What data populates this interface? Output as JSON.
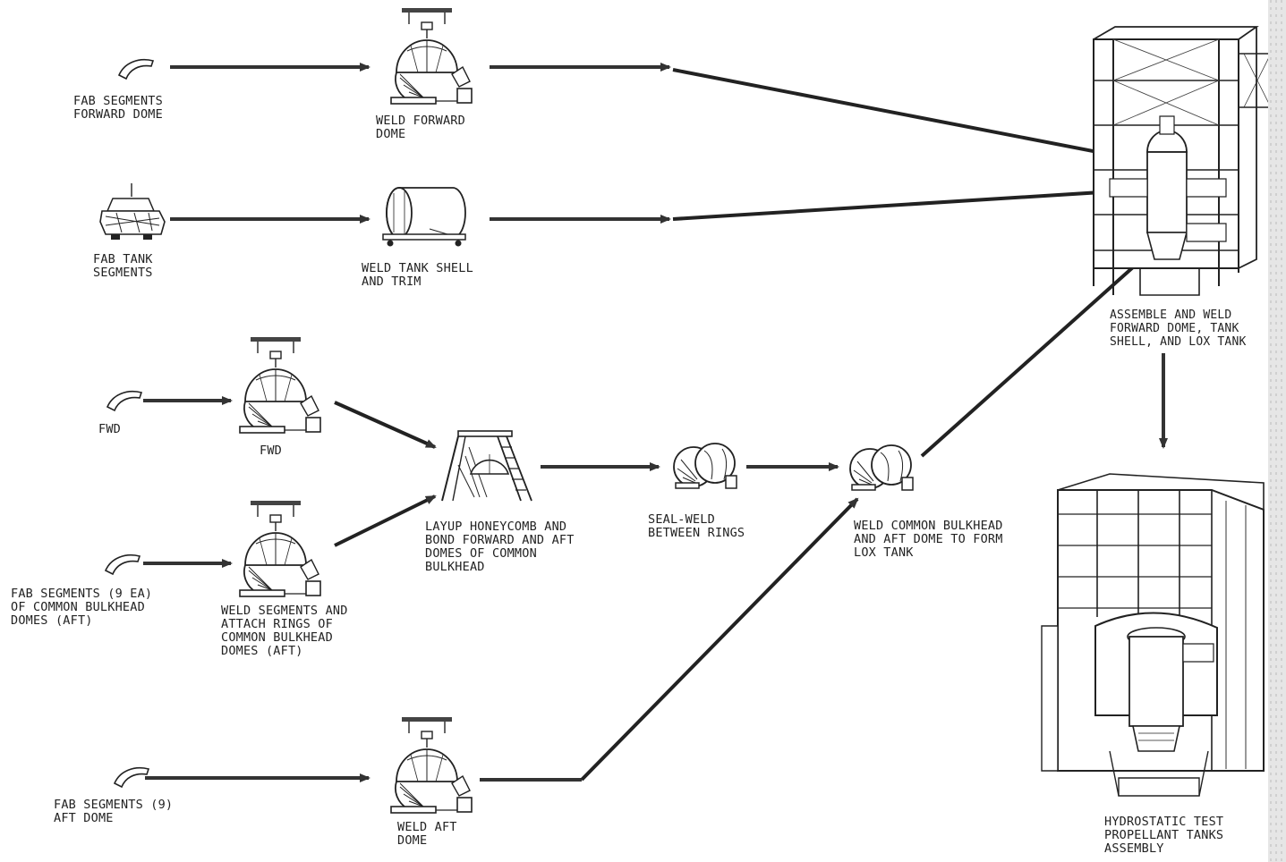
{
  "labels": {
    "fab_fwd_dome": [
      "FAB SEGMENTS",
      "FORWARD DOME"
    ],
    "weld_fwd_dome": [
      "WELD FORWARD",
      "DOME"
    ],
    "fab_tank": [
      "FAB TANK",
      "SEGMENTS"
    ],
    "weld_tank_shell": [
      "WELD TANK SHELL",
      "AND TRIM"
    ],
    "fwd_seg": [
      "FWD"
    ],
    "fwd_weld": [
      "FWD"
    ],
    "fab_bulkhead": [
      "FAB SEGMENTS (9 EA)",
      "OF COMMON BULKHEAD",
      "DOMES (AFT)"
    ],
    "weld_bulkhead": [
      "WELD SEGMENTS AND",
      "ATTACH RINGS OF",
      "COMMON BULKHEAD",
      "DOMES (AFT)"
    ],
    "layup": [
      "LAYUP HONEYCOMB AND",
      "BOND FORWARD AND AFT",
      "DOMES OF COMMON",
      "BULKHEAD"
    ],
    "seal_weld": [
      "SEAL-WELD",
      "BETWEEN RINGS"
    ],
    "weld_lox": [
      "WELD COMMON BULKHEAD",
      "AND AFT DOME TO FORM",
      "LOX TANK"
    ],
    "assemble": [
      "ASSEMBLE AND WELD",
      "FORWARD DOME, TANK",
      "SHELL, AND LOX TANK"
    ],
    "fab_aft_dome": [
      "FAB SEGMENTS (9)",
      "AFT DOME"
    ],
    "weld_aft_dome": [
      "WELD AFT",
      "DOME"
    ],
    "hydrostatic": [
      "HYDROSTATIC TEST",
      "PROPELLANT TANKS",
      "ASSEMBLY"
    ]
  },
  "icons": {
    "dome_segment": "dome-segment-icon",
    "weld_fixture": "dome-weld-fixture-icon",
    "tank_segments": "tank-segments-icon",
    "tank_shell": "tank-shell-icon",
    "layup_stand": "layup-stand-icon",
    "ring_fixture": "ring-weld-fixture-icon",
    "assembly_tower": "assembly-tower-icon",
    "test_facility": "hydrostatic-test-facility-icon"
  },
  "colors": {
    "ink": "#222222",
    "arrow": "#333333",
    "paper": "#ffffff"
  }
}
